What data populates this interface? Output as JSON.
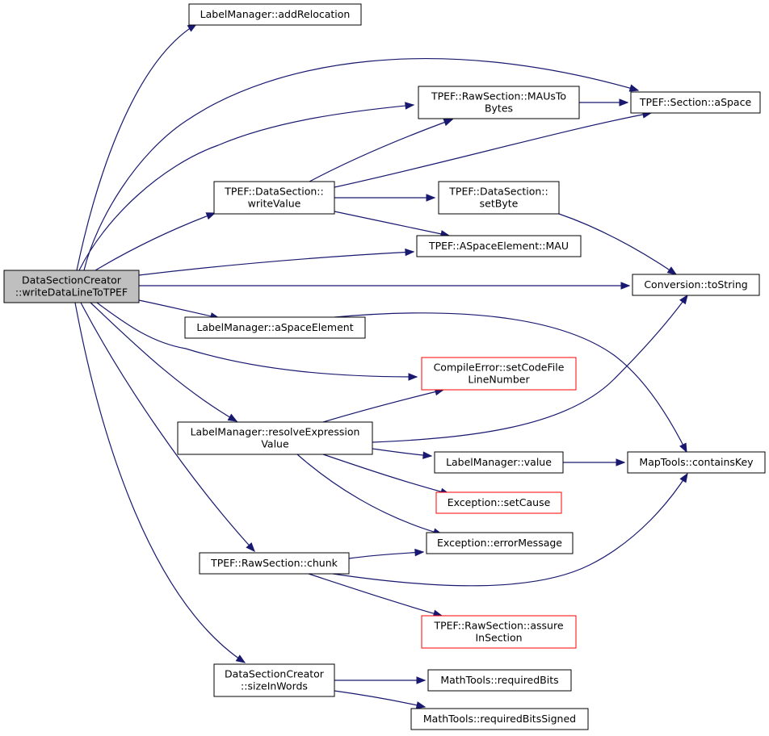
{
  "colors": {
    "edge": "#191970",
    "node_border": "#000000",
    "node_border_red": "#ff0000",
    "root_fill": "#bfbfbf",
    "node_fill": "#ffffff"
  },
  "nodes": [
    {
      "id": "root",
      "lines": [
        "DataSectionCreator",
        "::writeDataLineToTPEF"
      ],
      "style": "root"
    },
    {
      "id": "addRelocation",
      "lines": [
        "LabelManager::addRelocation"
      ],
      "style": "normal"
    },
    {
      "id": "mausToBytes",
      "lines": [
        "TPEF::RawSection::MAUsTo",
        "Bytes"
      ],
      "style": "normal"
    },
    {
      "id": "sectionASpace",
      "lines": [
        "TPEF::Section::aSpace"
      ],
      "style": "normal"
    },
    {
      "id": "writeValue",
      "lines": [
        "TPEF::DataSection::",
        "writeValue"
      ],
      "style": "normal"
    },
    {
      "id": "setByte",
      "lines": [
        "TPEF::DataSection::",
        "setByte"
      ],
      "style": "normal"
    },
    {
      "id": "mau",
      "lines": [
        "TPEF::ASpaceElement::MAU"
      ],
      "style": "normal"
    },
    {
      "id": "toString",
      "lines": [
        "Conversion::toString"
      ],
      "style": "normal"
    },
    {
      "id": "aSpaceElement",
      "lines": [
        "LabelManager::aSpaceElement"
      ],
      "style": "normal"
    },
    {
      "id": "setCodeFileLineNumber",
      "lines": [
        "CompileError::setCodeFile",
        "LineNumber"
      ],
      "style": "red"
    },
    {
      "id": "resolveExpressionValue",
      "lines": [
        "LabelManager::resolveExpression",
        "Value"
      ],
      "style": "normal"
    },
    {
      "id": "lmValue",
      "lines": [
        "LabelManager::value"
      ],
      "style": "normal"
    },
    {
      "id": "containsKey",
      "lines": [
        "MapTools::containsKey"
      ],
      "style": "normal"
    },
    {
      "id": "setCause",
      "lines": [
        "Exception::setCause"
      ],
      "style": "red"
    },
    {
      "id": "errorMessage",
      "lines": [
        "Exception::errorMessage"
      ],
      "style": "normal"
    },
    {
      "id": "chunk",
      "lines": [
        "TPEF::RawSection::chunk"
      ],
      "style": "normal"
    },
    {
      "id": "assureInSection",
      "lines": [
        "TPEF::RawSection::assure",
        "InSection"
      ],
      "style": "red"
    },
    {
      "id": "sizeInWords",
      "lines": [
        "DataSectionCreator",
        "::sizeInWords"
      ],
      "style": "normal"
    },
    {
      "id": "requiredBits",
      "lines": [
        "MathTools::requiredBits"
      ],
      "style": "normal"
    },
    {
      "id": "requiredBitsSigned",
      "lines": [
        "MathTools::requiredBitsSigned"
      ],
      "style": "normal"
    }
  ],
  "edges": [
    {
      "from": "root",
      "to": "addRelocation"
    },
    {
      "from": "root",
      "to": "sectionASpace"
    },
    {
      "from": "root",
      "to": "mausToBytes"
    },
    {
      "from": "root",
      "to": "writeValue"
    },
    {
      "from": "root",
      "to": "mau"
    },
    {
      "from": "root",
      "to": "toString"
    },
    {
      "from": "root",
      "to": "aSpaceElement"
    },
    {
      "from": "root",
      "to": "setCodeFileLineNumber"
    },
    {
      "from": "root",
      "to": "resolveExpressionValue"
    },
    {
      "from": "root",
      "to": "chunk"
    },
    {
      "from": "root",
      "to": "sizeInWords"
    },
    {
      "from": "mausToBytes",
      "to": "sectionASpace"
    },
    {
      "from": "writeValue",
      "to": "mausToBytes"
    },
    {
      "from": "writeValue",
      "to": "sectionASpace"
    },
    {
      "from": "writeValue",
      "to": "setByte"
    },
    {
      "from": "writeValue",
      "to": "mau"
    },
    {
      "from": "setByte",
      "to": "toString"
    },
    {
      "from": "aSpaceElement",
      "to": "containsKey"
    },
    {
      "from": "resolveExpressionValue",
      "to": "setCodeFileLineNumber"
    },
    {
      "from": "resolveExpressionValue",
      "to": "toString"
    },
    {
      "from": "resolveExpressionValue",
      "to": "lmValue"
    },
    {
      "from": "resolveExpressionValue",
      "to": "setCause"
    },
    {
      "from": "resolveExpressionValue",
      "to": "errorMessage"
    },
    {
      "from": "lmValue",
      "to": "containsKey"
    },
    {
      "from": "chunk",
      "to": "errorMessage"
    },
    {
      "from": "chunk",
      "to": "containsKey"
    },
    {
      "from": "chunk",
      "to": "assureInSection"
    },
    {
      "from": "sizeInWords",
      "to": "requiredBits"
    },
    {
      "from": "sizeInWords",
      "to": "requiredBitsSigned"
    }
  ]
}
